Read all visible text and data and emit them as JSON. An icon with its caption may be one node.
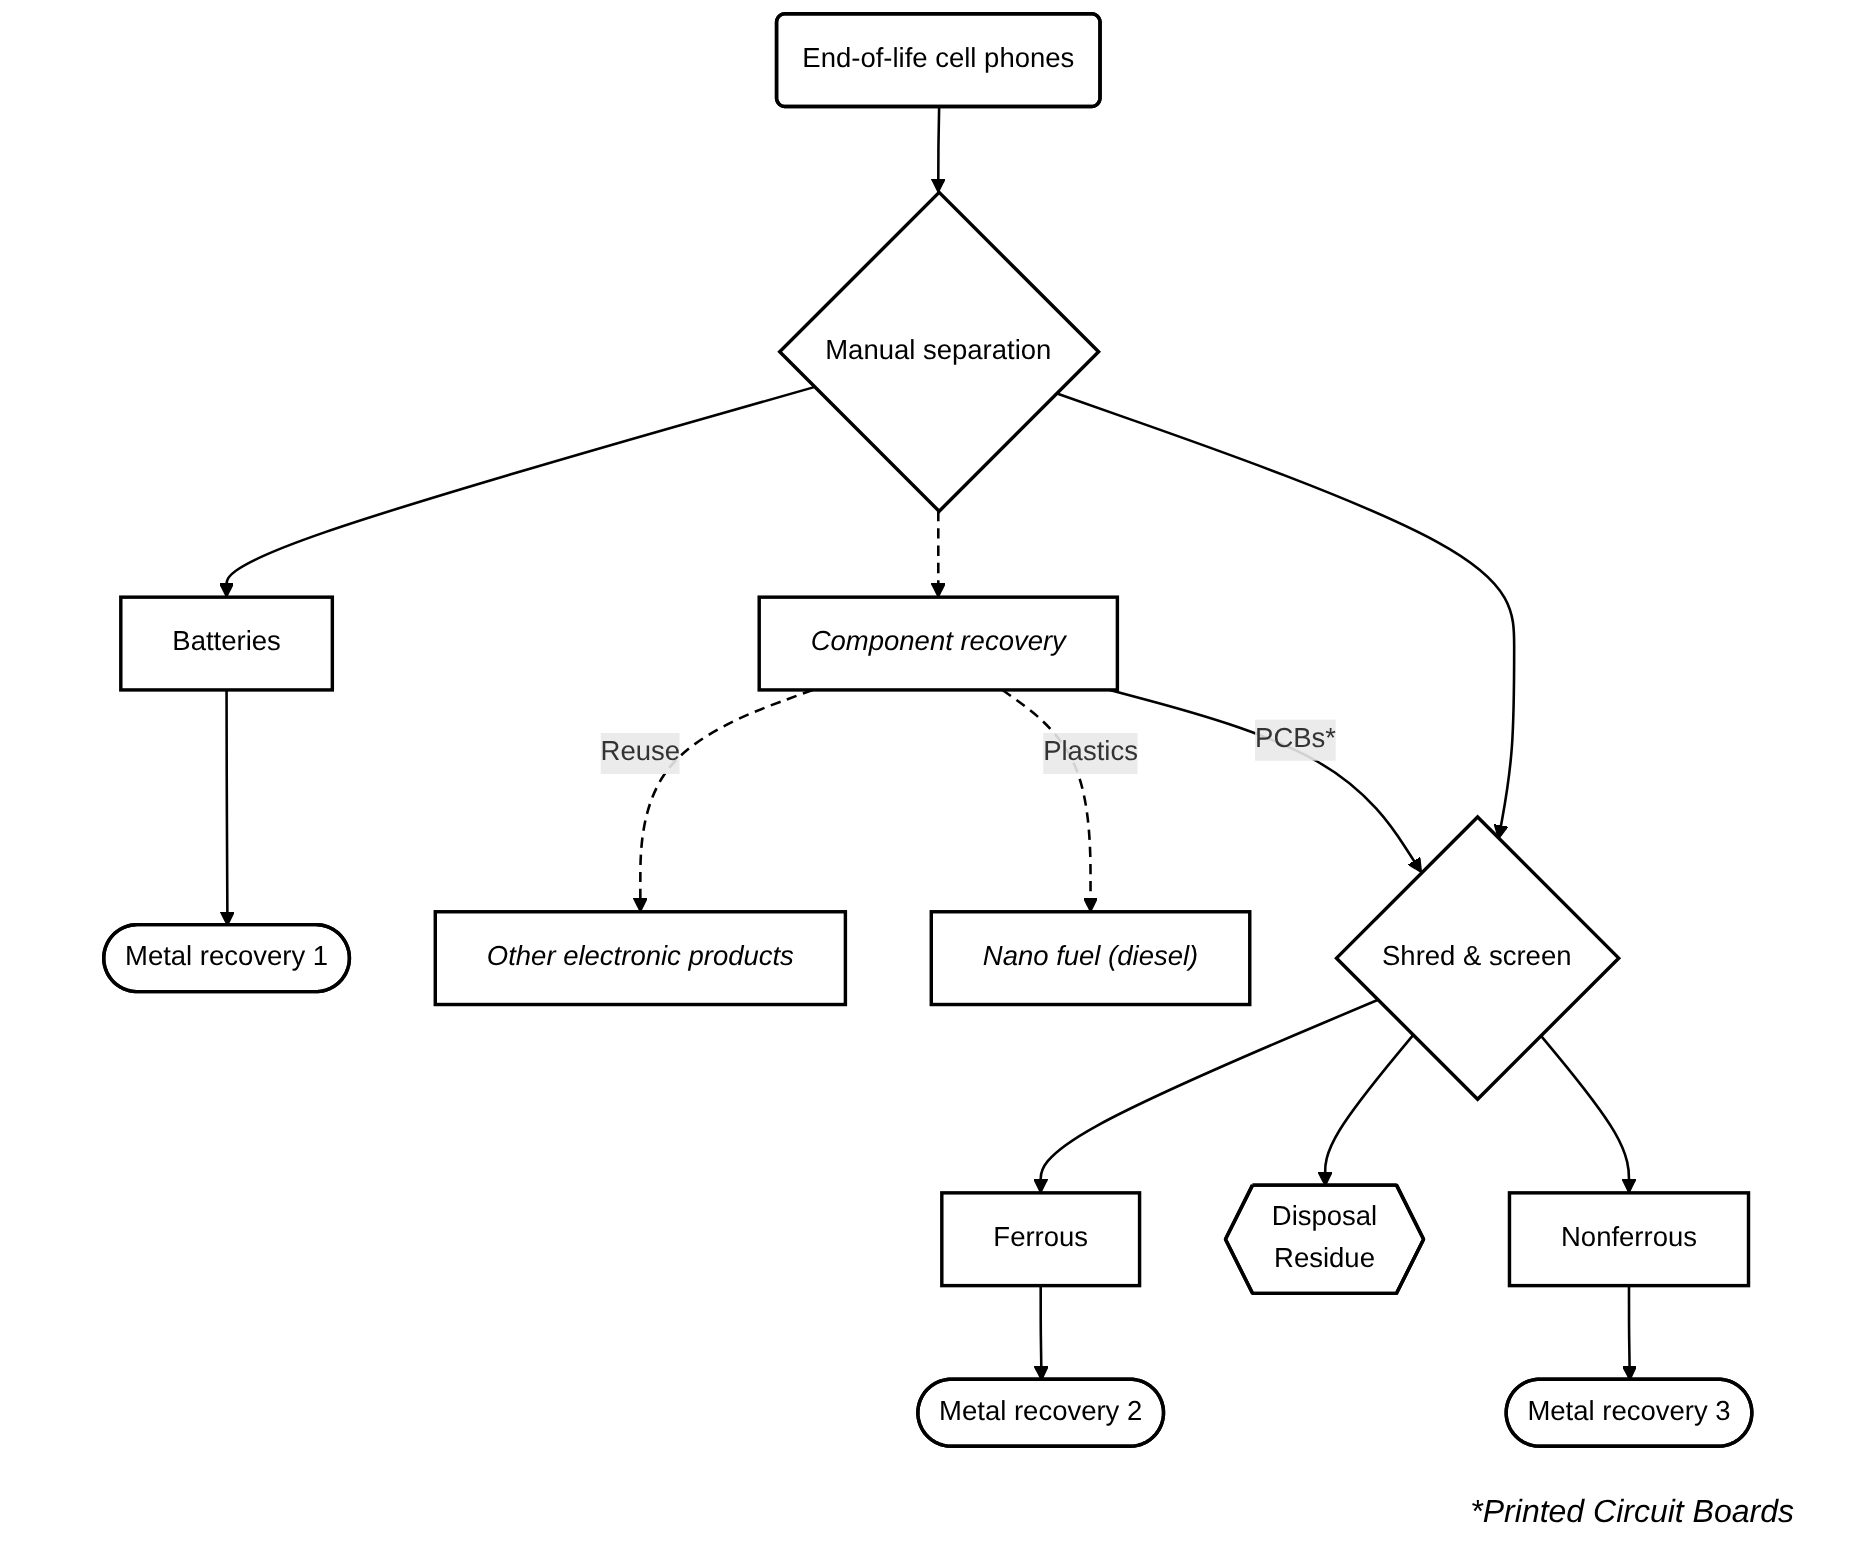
{
  "diagram": {
    "nodes": [
      {
        "text": [
          "End-of-life cell phones"
        ]
      },
      {
        "text": [
          "Manual separation"
        ]
      },
      {
        "text": [
          "Batteries"
        ]
      },
      {
        "text": [
          "Component recovery"
        ]
      },
      {
        "text": [
          "Other electronic products"
        ]
      },
      {
        "text": [
          "Nano fuel (diesel)"
        ]
      },
      {
        "text": [
          "Metal recovery 1"
        ]
      },
      {
        "text": [
          "Shred & screen"
        ]
      },
      {
        "text": [
          "Ferrous"
        ]
      },
      {
        "text": [
          "Disposal",
          "Residue"
        ]
      },
      {
        "text": [
          "Nonferrous"
        ]
      },
      {
        "text": [
          "Metal recovery 2"
        ]
      },
      {
        "text": [
          "Metal recovery 3"
        ]
      }
    ],
    "edges": [
      {
        "from": 0,
        "to": 1,
        "arrow": "to"
      },
      {
        "from": 1,
        "to": 2,
        "arrow": "to"
      },
      {
        "from": 1,
        "to": 3,
        "arrow": "to",
        "style": "dashed"
      },
      {
        "from": 3,
        "to": 4,
        "arrow": "to",
        "style": "dashed",
        "label": "Reuse"
      },
      {
        "from": 3,
        "to": 5,
        "arrow": "to",
        "style": "dashed",
        "label": "Plastics"
      },
      {
        "from": 2,
        "to": 6,
        "arrow": "to"
      },
      {
        "from": 1,
        "to": 7,
        "arrow": "to"
      },
      {
        "from": 3,
        "to": 7,
        "arrow": "to",
        "label": "PCBs*"
      },
      {
        "from": 7,
        "to": 8,
        "arrow": "to"
      },
      {
        "from": 7,
        "to": 9,
        "arrow": "to"
      },
      {
        "from": 7,
        "to": 10,
        "arrow": "to"
      },
      {
        "from": 8,
        "to": 11,
        "arrow": "to"
      },
      {
        "from": 10,
        "to": 12,
        "arrow": "to"
      }
    ],
    "labels": [
      "*Printed Circuit Boards"
    ]
  }
}
